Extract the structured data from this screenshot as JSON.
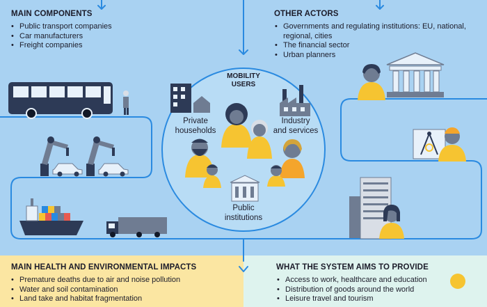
{
  "main_components": {
    "title": "MAIN COMPONENTS",
    "items": [
      "Public transport companies",
      "Car manufacturers",
      "Freight companies"
    ]
  },
  "other_actors": {
    "title": "OTHER ACTORS",
    "items": [
      "Governments and regulating institutions: EU, national, regional, cities",
      "The financial sector",
      "Urban planners"
    ]
  },
  "mobility_users": {
    "title_line1": "MOBILITY",
    "title_line2": "USERS",
    "private_line1": "Private",
    "private_line2": "households",
    "industry_line1": "Industry",
    "industry_line2": "and services",
    "public_line1": "Public",
    "public_line2": "institutions"
  },
  "health_impacts": {
    "title": "MAIN HEALTH AND ENVIRONMENTAL IMPACTS",
    "items": [
      "Premature deaths due to air and noise pollution",
      "Water and soil contamination",
      "Land take and habitat fragmentation"
    ]
  },
  "system_aims": {
    "title": "WHAT THE SYSTEM AIMS TO PROVIDE",
    "items": [
      "Access to work, healthcare and education",
      "Distribution of goods around the world",
      "Leisure travel and tourism"
    ]
  },
  "colors": {
    "background": "#a9d2f2",
    "line": "#2a8ae0",
    "yellow_panel": "#fbe6a2",
    "mint_panel": "#def3ee",
    "accent_yellow": "#f6c431",
    "dark": "#2d3a56"
  }
}
